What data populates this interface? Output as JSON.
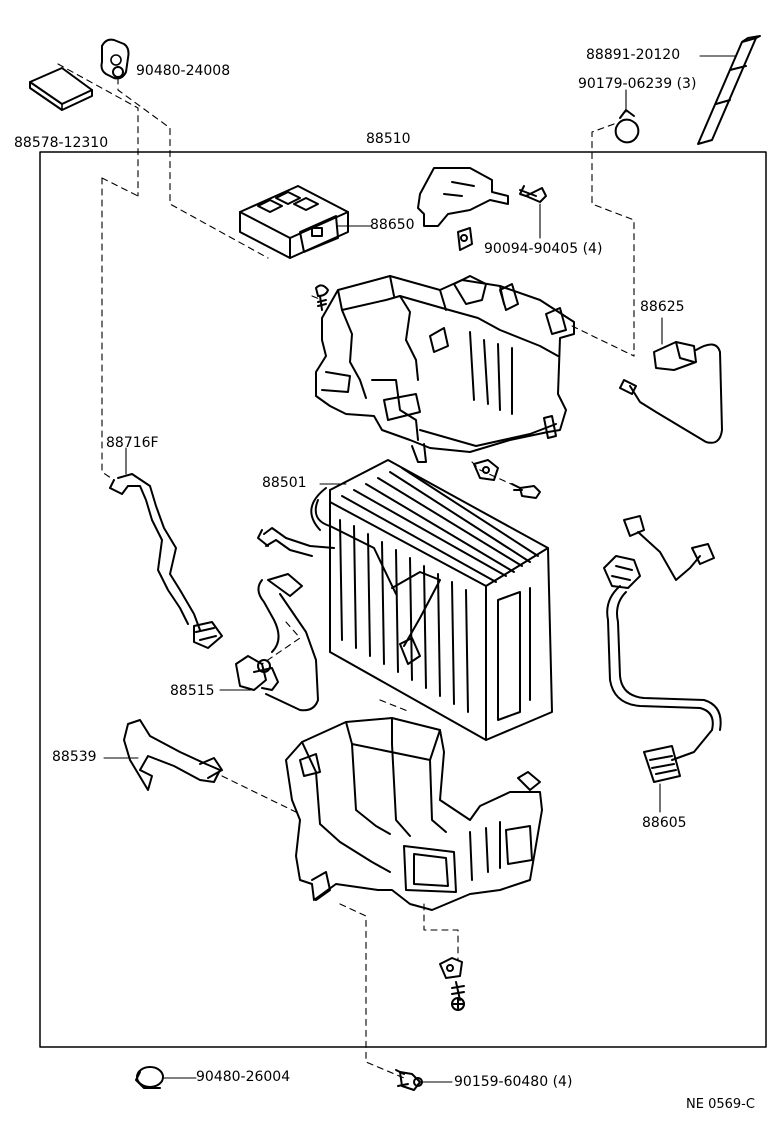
{
  "diagram": {
    "part_labels": {
      "p88578": "88578-12310",
      "p90480a": "90480-24008",
      "p88510": "88510",
      "p88891": "88891-20120",
      "p90179": "90179-06239 (3)",
      "p88650": "88650",
      "p90094": "90094-90405 (4)",
      "p88625": "88625",
      "p88716F": "88716F",
      "p88501": "88501",
      "p88515": "88515",
      "p88539": "88539",
      "p88605": "88605",
      "p90480b": "90480-26004",
      "p90159": "90159-60480 (4)"
    },
    "figure_code": "NE 0569-C"
  }
}
